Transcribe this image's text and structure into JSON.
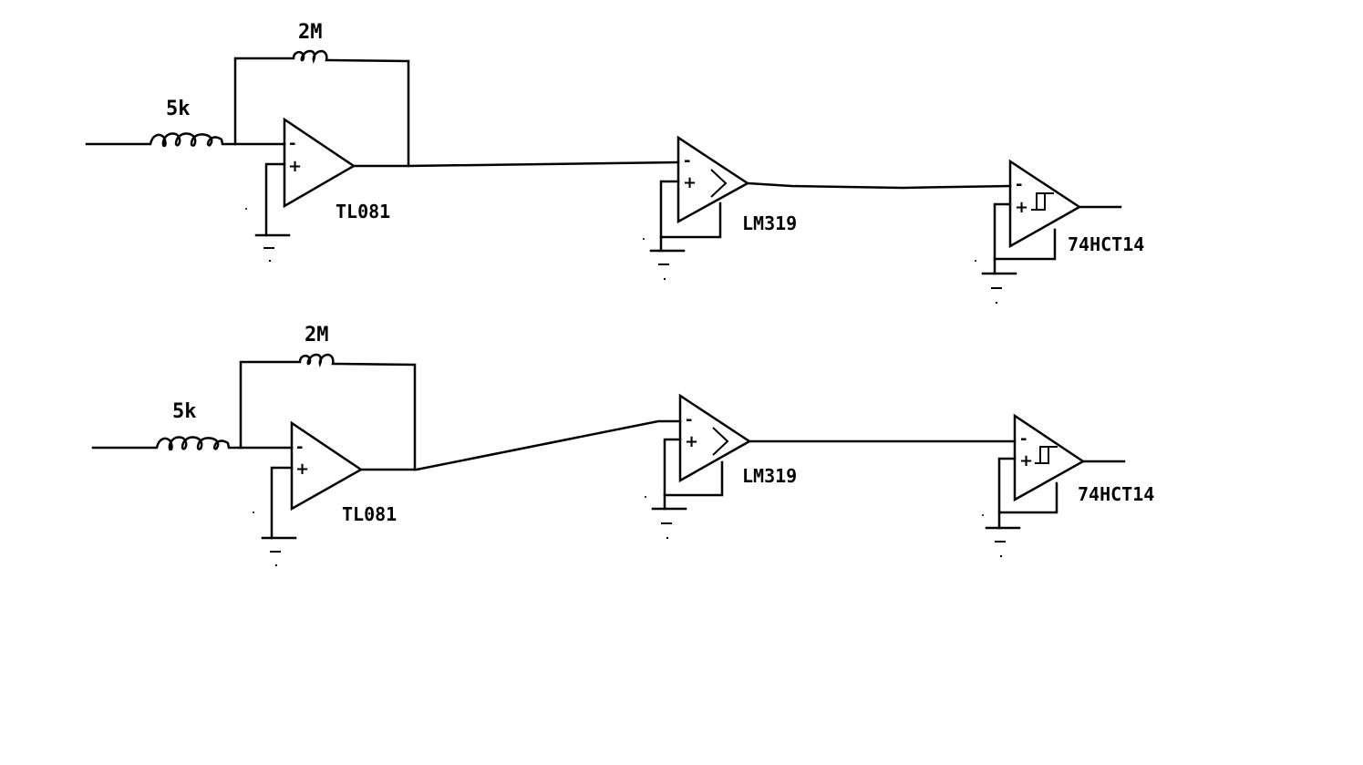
{
  "diagram": {
    "channels": [
      {
        "input_resistor": "5k",
        "feedback_resistor": "2M",
        "amplifier": "TL081",
        "comparator": "LM319",
        "schmitt": "74HCT14",
        "opamp_pins": {
          "inv": "-",
          "noninv": "+"
        },
        "comparator_pins": {
          "inv": "-",
          "noninv": "+"
        },
        "schmitt_pins": {
          "inv": "-",
          "noninv": "+"
        }
      },
      {
        "input_resistor": "5k",
        "feedback_resistor": "2M",
        "amplifier": "TL081",
        "comparator": "LM319",
        "schmitt": "74HCT14",
        "opamp_pins": {
          "inv": "-",
          "noninv": "+"
        },
        "comparator_pins": {
          "inv": "-",
          "noninv": "+"
        },
        "schmitt_pins": {
          "inv": "-",
          "noninv": "+"
        }
      }
    ],
    "colors": {
      "ink": "#000000",
      "background": "#ffffff"
    }
  }
}
